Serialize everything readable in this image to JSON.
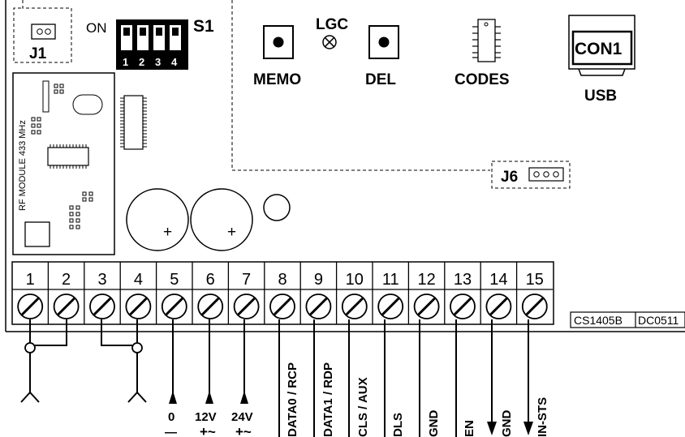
{
  "top_labels": {
    "j1": "J1",
    "on": "ON",
    "s1": "S1",
    "switch_numbers": [
      "1",
      "2",
      "3",
      "4"
    ],
    "lgc": "LGC",
    "memo": "MEMO",
    "del": "DEL",
    "codes": "CODES",
    "con1": "CON1",
    "usb": "USB",
    "j6": "J6"
  },
  "rf_module": "RF MODULE 433 MHz",
  "terminals": {
    "numbers": [
      "1",
      "2",
      "3",
      "4",
      "5",
      "6",
      "7",
      "8",
      "9",
      "10",
      "11",
      "12",
      "13",
      "14",
      "15"
    ]
  },
  "revision": {
    "code1": "CS1405B",
    "code2": "DC0511"
  },
  "wire_labels": {
    "t5": "0",
    "t6": "12V",
    "t7": "24V",
    "t8": "DATA0 / RCP",
    "t9": "DATA1 / RDP",
    "t10": "CLS / AUX",
    "t11": "DLS",
    "t12": "GND",
    "t13": "EN",
    "t14": "GND",
    "t15": "IN-STS"
  },
  "polarity": {
    "minus": "—",
    "plus_ac_12": "+~",
    "plus_ac_24": "+~"
  }
}
